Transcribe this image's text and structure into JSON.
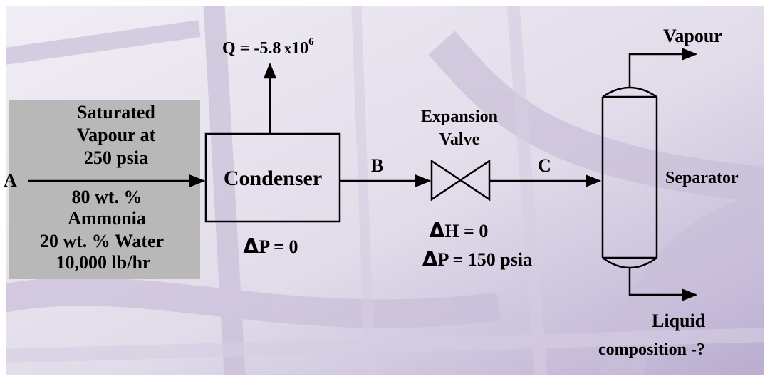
{
  "feed": {
    "stream_label": "A",
    "lines_top": [
      "Saturated",
      "Vapour at",
      "250 psia"
    ],
    "lines_bottom": [
      "80 wt. %",
      "Ammonia",
      "20 wt. %  Water",
      "10,000 lb/hr"
    ]
  },
  "condenser": {
    "label": "Condenser",
    "heat_duty": {
      "prefix": "Q = ",
      "value": "-5.8",
      "times": "x",
      "base": "10",
      "exponent": "6"
    },
    "delta_symbol": "Δ",
    "pressure_drop": "P = 0"
  },
  "stream_b": {
    "label": "B"
  },
  "valve": {
    "title_line1": "Expansion",
    "title_line2": "Valve",
    "delta_symbol": "Δ",
    "enthalpy_change": "H = 0",
    "pressure_drop": "P = 150 psia"
  },
  "stream_c": {
    "label": "C"
  },
  "separator": {
    "label": "Separator",
    "top_outlet": "Vapour",
    "bottom_outlet_line1": "Liquid",
    "bottom_outlet_line2": "composition -?"
  },
  "colors": {
    "feed_box": "#b8b8b8",
    "background_light": "#ece8f2",
    "background_tint": "#a898c4",
    "line": "#000000"
  }
}
